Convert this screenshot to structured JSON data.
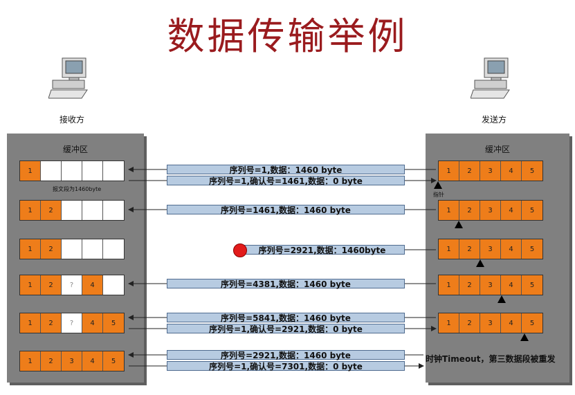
{
  "title": "数据传输举例",
  "receiver": {
    "label": "接收方",
    "buffer_title": "缓冲区",
    "segment_note": "报文段为1460byte"
  },
  "sender": {
    "label": "发送方",
    "buffer_title": "缓冲区",
    "pointer_label": "指针"
  },
  "receiver_rows": [
    [
      "1",
      "",
      "",
      "",
      ""
    ],
    [
      "1",
      "2",
      "",
      "",
      ""
    ],
    [
      "1",
      "2",
      "",
      "",
      ""
    ],
    [
      "1",
      "2",
      "?",
      "4",
      ""
    ],
    [
      "1",
      "2",
      "?",
      "4",
      "5"
    ],
    [
      "1",
      "2",
      "3",
      "4",
      "5"
    ]
  ],
  "sender_rows": [
    [
      "1",
      "2",
      "3",
      "4",
      "5"
    ],
    [
      "1",
      "2",
      "3",
      "4",
      "5"
    ],
    [
      "1",
      "2",
      "3",
      "4",
      "5"
    ],
    [
      "1",
      "2",
      "3",
      "4",
      "5"
    ],
    [
      "1",
      "2",
      "3",
      "4",
      "5"
    ]
  ],
  "messages": [
    "序列号=1,数据：1460 byte",
    "序列号=1,确认号=1461,数据：0 byte",
    "序列号=1461,数据：1460 byte",
    "序列号=2921,数据：1460byte",
    "序列号=4381,数据：1460 byte",
    "序列号=5841,数据：1460 byte",
    "序列号=1,确认号=2921,数据：0 byte",
    "序列号=2921,数据：1460 byte",
    "序列号=1,确认号=7301,数据：0 byte"
  ],
  "timeout_note": "时钟Timeout，第三数据段被重发",
  "colors": {
    "title": "#9a1b1e",
    "filled": "#ee7d1a",
    "message_bar": "#b7cbe1",
    "panel": "#808080",
    "lost": "#e21b1b"
  }
}
